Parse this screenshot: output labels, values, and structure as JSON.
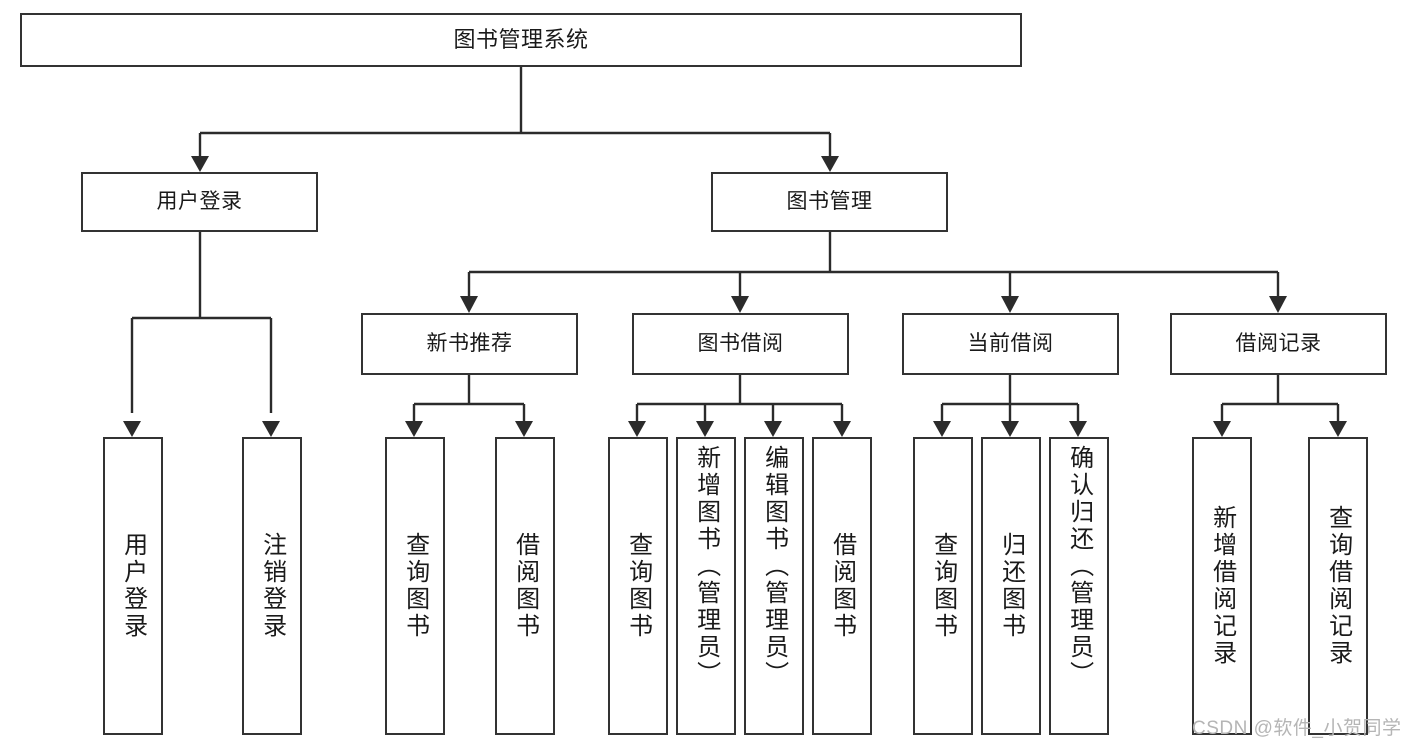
{
  "diagram": {
    "type": "tree-hierarchy",
    "title": "图书管理系统",
    "root": {
      "label": "图书管理系统"
    },
    "level2": [
      {
        "id": "user-login",
        "label": "用户登录"
      },
      {
        "id": "book-management",
        "label": "图书管理"
      }
    ],
    "level3": [
      {
        "id": "new-book-recommend",
        "label": "新书推荐",
        "parent": "book-management"
      },
      {
        "id": "book-borrow",
        "label": "图书借阅",
        "parent": "book-management"
      },
      {
        "id": "current-borrow",
        "label": "当前借阅",
        "parent": "book-management"
      },
      {
        "id": "borrow-record",
        "label": "借阅记录",
        "parent": "book-management"
      }
    ],
    "leaves": [
      {
        "id": "leaf-user-login",
        "label": "用户登录",
        "parent": "user-login"
      },
      {
        "id": "leaf-user-logout",
        "label": "注销登录",
        "parent": "user-login"
      },
      {
        "id": "leaf-query-book-1",
        "label": "查询图书",
        "parent": "new-book-recommend"
      },
      {
        "id": "leaf-borrow-book-1",
        "label": "借阅图书",
        "parent": "new-book-recommend"
      },
      {
        "id": "leaf-query-book-2",
        "label": "查询图书",
        "parent": "book-borrow"
      },
      {
        "id": "leaf-add-book",
        "label": "新增图书（管理员）",
        "parent": "book-borrow"
      },
      {
        "id": "leaf-edit-book",
        "label": "编辑图书（管理员）",
        "parent": "book-borrow"
      },
      {
        "id": "leaf-borrow-book-2",
        "label": "借阅图书",
        "parent": "book-borrow"
      },
      {
        "id": "leaf-query-book-3",
        "label": "查询图书",
        "parent": "current-borrow"
      },
      {
        "id": "leaf-return-book",
        "label": "归还图书",
        "parent": "current-borrow"
      },
      {
        "id": "leaf-confirm-return",
        "label": "确认归还（管理员）",
        "parent": "current-borrow"
      },
      {
        "id": "leaf-add-record",
        "label": "新增借阅记录",
        "parent": "borrow-record"
      },
      {
        "id": "leaf-query-record",
        "label": "查询借阅记录",
        "parent": "borrow-record"
      }
    ],
    "colors": {
      "box_border": "#333333",
      "box_fill": "#ffffff",
      "connector": "#2b2b2b",
      "text": "#1a1a1a",
      "watermark": "#b5b5b5",
      "background": "#ffffff"
    }
  },
  "watermark": {
    "text": "CSDN @软件_小贺同学"
  }
}
